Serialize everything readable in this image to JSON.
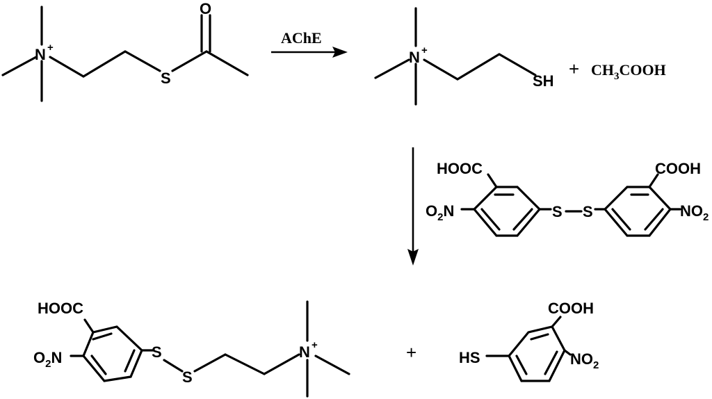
{
  "reagents": {
    "enzyme": "AChE",
    "acetic_acid": {
      "a": "CH",
      "n": "3",
      "b": "COOH"
    }
  },
  "signs": {
    "plus": "+"
  },
  "atoms": {
    "N": "N",
    "charge": "+",
    "S": "S",
    "SH": "SH",
    "HS": "HS",
    "O": "O",
    "HOOC": "HOOC",
    "COOH": "COOH",
    "NO2": {
      "a": "NO",
      "n": "2"
    },
    "O2N": {
      "a": "O",
      "n": "2",
      "b": "N"
    }
  }
}
